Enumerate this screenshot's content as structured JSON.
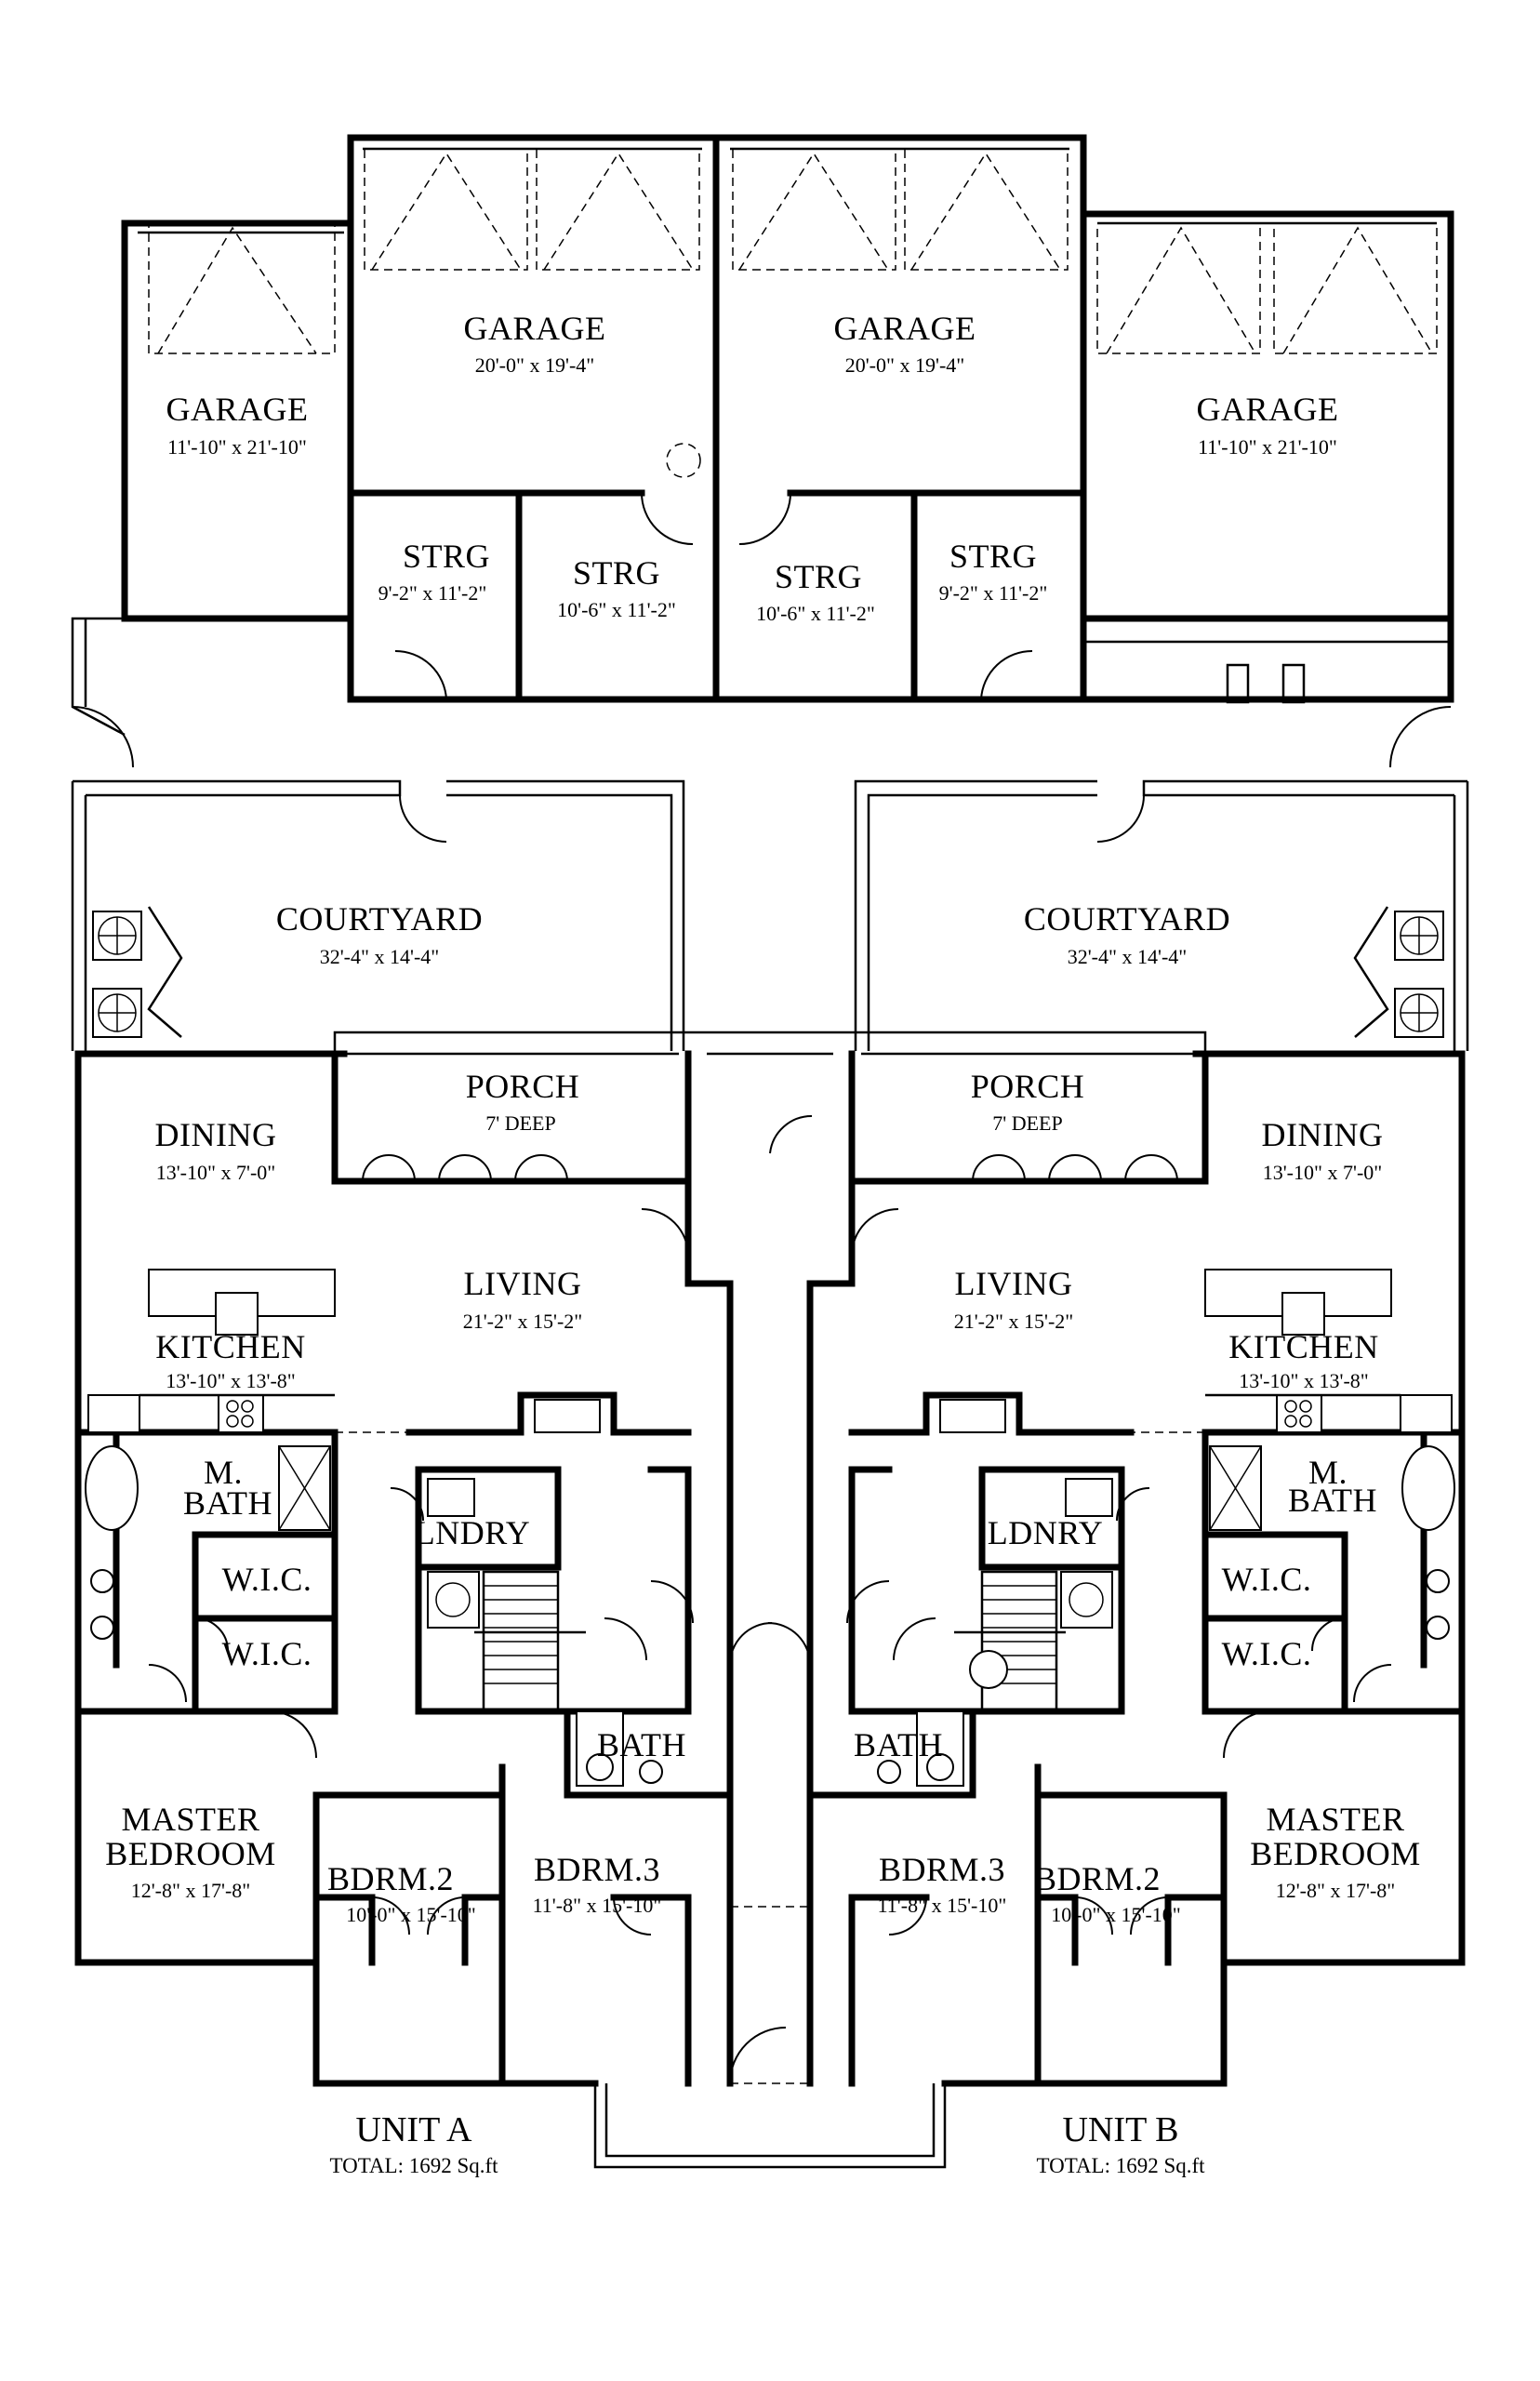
{
  "plan": {
    "units": [
      {
        "name": "UNIT A",
        "total": "TOTAL: 1692 Sq.ft"
      },
      {
        "name": "UNIT B",
        "total": "TOTAL: 1692 Sq.ft"
      }
    ],
    "rooms": [
      {
        "id": "garage-left",
        "name": "GARAGE",
        "dim": "11'-10\" x 21'-10\""
      },
      {
        "id": "garage-center-left",
        "name": "GARAGE",
        "dim": "20'-0\" x 19'-4\""
      },
      {
        "id": "garage-center-right",
        "name": "GARAGE",
        "dim": "20'-0\" x 19'-4\""
      },
      {
        "id": "garage-right",
        "name": "GARAGE",
        "dim": "11'-10\" x 21'-10\""
      },
      {
        "id": "strg-1",
        "name": "STRG",
        "dim": "9'-2\" x 11'-2\""
      },
      {
        "id": "strg-2",
        "name": "STRG",
        "dim": "10'-6\" x 11'-2\""
      },
      {
        "id": "strg-3",
        "name": "STRG",
        "dim": "10'-6\" x 11'-2\""
      },
      {
        "id": "strg-4",
        "name": "STRG",
        "dim": "9'-2\" x 11'-2\""
      },
      {
        "id": "courtyard-a",
        "name": "COURTYARD",
        "dim": "32'-4\" x 14'-4\""
      },
      {
        "id": "courtyard-b",
        "name": "COURTYARD",
        "dim": "32'-4\" x 14'-4\""
      },
      {
        "id": "porch-a",
        "name": "PORCH",
        "dim": "7' DEEP"
      },
      {
        "id": "porch-b",
        "name": "PORCH",
        "dim": "7' DEEP"
      },
      {
        "id": "dining-a",
        "name": "DINING",
        "dim": "13'-10\" x 7'-0\""
      },
      {
        "id": "dining-b",
        "name": "DINING",
        "dim": "13'-10\" x 7'-0\""
      },
      {
        "id": "living-a",
        "name": "LIVING",
        "dim": "21'-2\" x 15'-2\""
      },
      {
        "id": "living-b",
        "name": "LIVING",
        "dim": "21'-2\" x 15'-2\""
      },
      {
        "id": "kitchen-a",
        "name": "KITCHEN",
        "dim": "13'-10\" x 13'-8\""
      },
      {
        "id": "kitchen-b",
        "name": "KITCHEN",
        "dim": "13'-10\" x 13'-8\""
      },
      {
        "id": "mbath-a",
        "name": "M.",
        "name2": "BATH"
      },
      {
        "id": "mbath-b",
        "name": "M.",
        "name2": "BATH"
      },
      {
        "id": "lndry-a",
        "name": "LNDRY"
      },
      {
        "id": "lndry-b",
        "name": "LDNRY"
      },
      {
        "id": "wic-a1",
        "name": "W.I.C."
      },
      {
        "id": "wic-a2",
        "name": "W.I.C."
      },
      {
        "id": "wic-b1",
        "name": "W.I.C."
      },
      {
        "id": "wic-b2",
        "name": "W.I.C."
      },
      {
        "id": "bath-a",
        "name": "BATH"
      },
      {
        "id": "bath-b",
        "name": "BATH"
      },
      {
        "id": "master-a",
        "name": "MASTER",
        "name2": "BEDROOM",
        "dim": "12'-8\" x 17'-8\""
      },
      {
        "id": "master-b",
        "name": "MASTER",
        "name2": "BEDROOM",
        "dim": "12'-8\" x 17'-8\""
      },
      {
        "id": "bdrm2-a",
        "name": "BDRM.2",
        "dim": "10'-0\" x 15'-10\""
      },
      {
        "id": "bdrm2-b",
        "name": "BDRM.2",
        "dim": "10'-0\" x 15'-10\""
      },
      {
        "id": "bdrm3-a",
        "name": "BDRM.3",
        "dim": "11'-8\" x 15'-10\""
      },
      {
        "id": "bdrm3-b",
        "name": "BDRM.3",
        "dim": "11'-8\" x 15'-10\""
      }
    ]
  }
}
